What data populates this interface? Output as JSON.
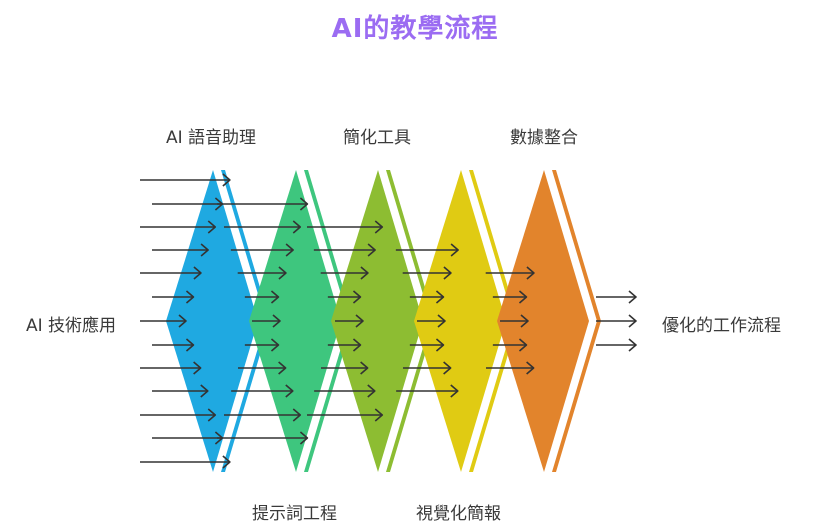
{
  "title": "AI的教學流程",
  "input_label": "AI 技術應用",
  "output_label": "優化的工作流程",
  "stages": [
    {
      "label": "AI 語音助理",
      "color": "#1fa9e1",
      "position": "top"
    },
    {
      "label": "提示詞工程",
      "color": "#3ec67e",
      "position": "bottom"
    },
    {
      "label": "簡化工具",
      "color": "#8dbd32",
      "position": "top"
    },
    {
      "label": "視覺化簡報",
      "color": "#e0cb13",
      "position": "bottom"
    },
    {
      "label": "數據整合",
      "color": "#e2842c",
      "position": "top"
    }
  ],
  "colors": {
    "title": "#9b6cf2",
    "arrow": "#333333",
    "text": "#3a3a3a"
  },
  "icons": {
    "arrow": "right-arrow-icon"
  }
}
